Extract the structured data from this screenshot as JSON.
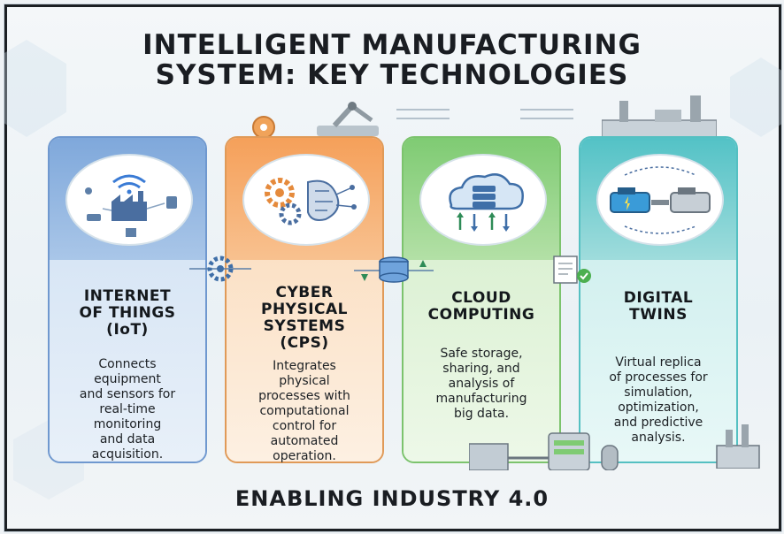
{
  "title": {
    "line1": "INTELLIGENT MANUFACTURING",
    "line2": "SYSTEM: KEY TECHNOLOGIES"
  },
  "cards": [
    {
      "title_lines": [
        "INTERNET",
        "OF THINGS",
        "(IoT)"
      ],
      "desc_lines": [
        "Connects",
        "equipment",
        "and sensors for",
        "real-time",
        "monitoring",
        "and data",
        "acquisition."
      ],
      "icon": "factory-wifi-sensors-icon",
      "accent": "#7fa8db"
    },
    {
      "title_lines": [
        "CYBER",
        "PHYSICAL",
        "SYSTEMS",
        "(CPS)"
      ],
      "desc_lines": [
        "Integrates",
        "physical",
        "processes with",
        "computational",
        "control for",
        "automated",
        "operation."
      ],
      "icon": "gears-brain-icon",
      "accent": "#f5a05a"
    },
    {
      "title_lines": [
        "CLOUD",
        "COMPUTING"
      ],
      "desc_lines": [
        "Safe storage,",
        "sharing, and",
        "analysis of",
        "manufacturing",
        "big data."
      ],
      "icon": "cloud-server-icon",
      "accent": "#7fcb73"
    },
    {
      "title_lines": [
        "DIGITAL",
        "TWINS"
      ],
      "desc_lines": [
        "Virtual replica",
        "of processes for",
        "simulation,",
        "optimization,",
        "and predictive",
        "analysis."
      ],
      "icon": "twin-engines-icon",
      "accent": "#53c2c6"
    }
  ],
  "footer": "ENABLING INDUSTRY 4.0"
}
